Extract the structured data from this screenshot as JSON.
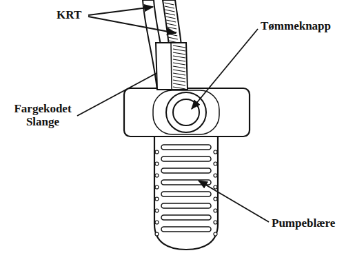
{
  "diagram": {
    "labels": [
      "KRT",
      "Fargekodet Slange",
      "Tømmeknapp",
      "Pumpeblære"
    ]
  }
}
